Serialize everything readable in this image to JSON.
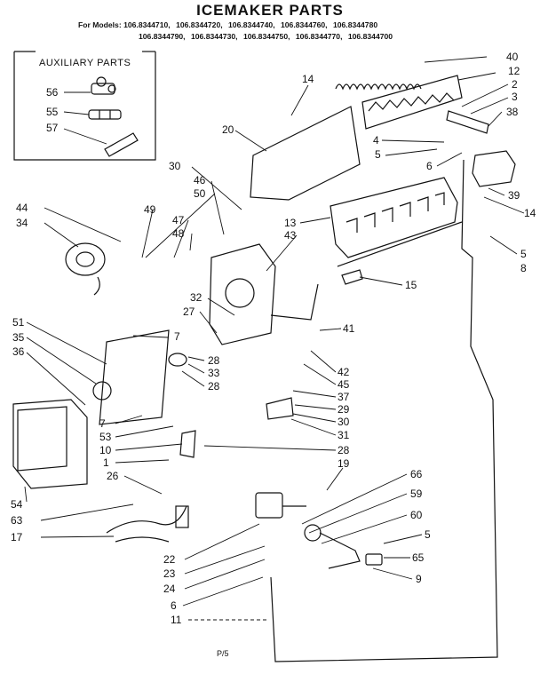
{
  "title": "ICEMAKER PARTS",
  "models_label": "For Models:",
  "models_row1": [
    "106.8344710,",
    "106.8344720,",
    "106.8344740,",
    "106.8344760,",
    "106.8344780"
  ],
  "models_row2": [
    "106.8344790,",
    "106.8344730,",
    "106.8344750,",
    "106.8344770,",
    "106.8344700"
  ],
  "auxiliary_title": "AUXILIARY PARTS",
  "footer_text": "P/5",
  "callouts": [
    {
      "id": "c56",
      "text": "56"
    },
    {
      "id": "c55",
      "text": "55"
    },
    {
      "id": "c57",
      "text": "57"
    },
    {
      "id": "c14a",
      "text": "14"
    },
    {
      "id": "c40",
      "text": "40"
    },
    {
      "id": "c12",
      "text": "12"
    },
    {
      "id": "c2",
      "text": "2"
    },
    {
      "id": "c3",
      "text": "3"
    },
    {
      "id": "c38",
      "text": "38"
    },
    {
      "id": "c20",
      "text": "20"
    },
    {
      "id": "c4",
      "text": "4"
    },
    {
      "id": "c5a",
      "text": "5"
    },
    {
      "id": "c6a",
      "text": "6"
    },
    {
      "id": "c30a",
      "text": "30"
    },
    {
      "id": "c46",
      "text": "46"
    },
    {
      "id": "c50",
      "text": "50"
    },
    {
      "id": "c49",
      "text": "49"
    },
    {
      "id": "c47",
      "text": "47"
    },
    {
      "id": "c48",
      "text": "48"
    },
    {
      "id": "c13",
      "text": "13"
    },
    {
      "id": "c43",
      "text": "43"
    },
    {
      "id": "c39",
      "text": "39"
    },
    {
      "id": "c14b",
      "text": "14"
    },
    {
      "id": "c5b",
      "text": "5"
    },
    {
      "id": "c8",
      "text": "8"
    },
    {
      "id": "c44",
      "text": "44"
    },
    {
      "id": "c34",
      "text": "34"
    },
    {
      "id": "c15",
      "text": "15"
    },
    {
      "id": "c32",
      "text": "32"
    },
    {
      "id": "c27",
      "text": "27"
    },
    {
      "id": "c51",
      "text": "51"
    },
    {
      "id": "c7a",
      "text": "7"
    },
    {
      "id": "c41",
      "text": "41"
    },
    {
      "id": "c35",
      "text": "35"
    },
    {
      "id": "c36",
      "text": "36"
    },
    {
      "id": "c28a",
      "text": "28"
    },
    {
      "id": "c33",
      "text": "33"
    },
    {
      "id": "c28b",
      "text": "28"
    },
    {
      "id": "c42",
      "text": "42"
    },
    {
      "id": "c45",
      "text": "45"
    },
    {
      "id": "c37",
      "text": "37"
    },
    {
      "id": "c29",
      "text": "29"
    },
    {
      "id": "c30b",
      "text": "30"
    },
    {
      "id": "c31",
      "text": "31"
    },
    {
      "id": "c7b",
      "text": "7"
    },
    {
      "id": "c53",
      "text": "53"
    },
    {
      "id": "c10",
      "text": "10"
    },
    {
      "id": "c1",
      "text": "1"
    },
    {
      "id": "c28c",
      "text": "28"
    },
    {
      "id": "c19",
      "text": "19"
    },
    {
      "id": "c26",
      "text": "26"
    },
    {
      "id": "c54",
      "text": "54"
    },
    {
      "id": "c63",
      "text": "63"
    },
    {
      "id": "c17",
      "text": "17"
    },
    {
      "id": "c66",
      "text": "66"
    },
    {
      "id": "c59",
      "text": "59"
    },
    {
      "id": "c60",
      "text": "60"
    },
    {
      "id": "c5c",
      "text": "5"
    },
    {
      "id": "c65",
      "text": "65"
    },
    {
      "id": "c9",
      "text": "9"
    },
    {
      "id": "c22",
      "text": "22"
    },
    {
      "id": "c23",
      "text": "23"
    },
    {
      "id": "c24",
      "text": "24"
    },
    {
      "id": "c6b",
      "text": "6"
    },
    {
      "id": "c11",
      "text": "11"
    }
  ]
}
